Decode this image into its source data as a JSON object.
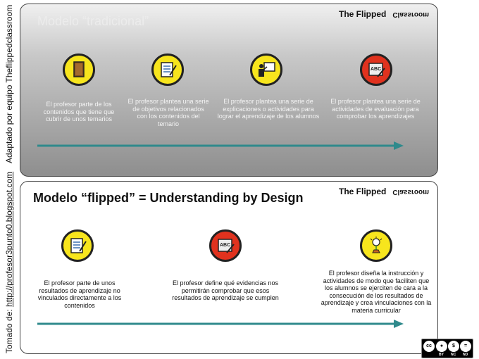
{
  "sidebar": {
    "credit_top": "Adaptado por equipo Theflippedclassroom",
    "credit_bottom_label": "Tomado de: ",
    "credit_bottom_link": "http://profesor3punto0.blogspot.com"
  },
  "top_panel": {
    "title": "Modelo “tradicional”",
    "brand_main": "The Flipped",
    "brand_mirror": "Classroom",
    "steps": [
      {
        "icon": "book-icon",
        "text": "El profesor parte de los contenidos que tiene que cubrir de unos temarios"
      },
      {
        "icon": "checklist-icon",
        "text": "El profesor plantea una serie de objetivos relacionados con los contenidos del temario"
      },
      {
        "icon": "teacher-icon",
        "text": "El profesor plantea una serie de explicaciones o actividades para lograr el aprendizaje de los alumnos"
      },
      {
        "icon": "abc-board-icon",
        "text": "El profesor plantea una serie de actividades de evaluación para comprobar los aprendizajes"
      }
    ]
  },
  "bottom_panel": {
    "title": "Modelo “flipped” = Understanding by Design",
    "brand_main": "The Flipped",
    "brand_mirror": "Classroom",
    "steps": [
      {
        "icon": "checklist-icon",
        "text": "El profesor parte de unos resultados de aprendizaje no vinculados directamente a los contenidos"
      },
      {
        "icon": "abc-board-icon",
        "text": "El profesor define qué evidencias nos permitirán comprobar que esos resultados de aprendizaje se cumplen"
      },
      {
        "icon": "lightbulb-plant-icon",
        "text": "El profesor diseña la instrucción y actividades de modo que faciliten que los alumnos se ejerciten de cara a la consecución de los resultados de aprendizaje y crea vinculaciones con la materia curricular"
      }
    ]
  },
  "license": {
    "badge": "cc",
    "labels": [
      "BY",
      "NC",
      "ND"
    ]
  },
  "colors": {
    "arrow": "#2f8a8c",
    "icon_yellow": "#f7e51d",
    "icon_red": "#e0321e"
  }
}
